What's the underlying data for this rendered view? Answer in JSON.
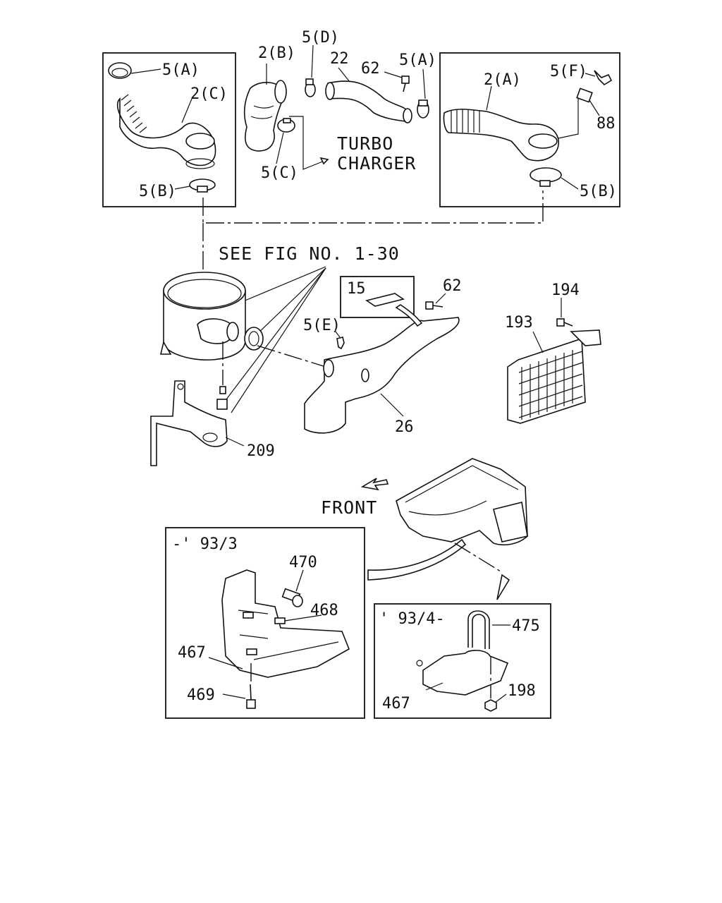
{
  "labels": {
    "p5a_left": "5(A)",
    "p2c": "2(C)",
    "p5b_left": "5(B)",
    "p2b": "2(B)",
    "p5d": "5(D)",
    "p22": "22",
    "p62_top": "62",
    "p5a_mid": "5(A)",
    "p5c": "5(C)",
    "turbo_line1": "TURBO",
    "turbo_line2": "CHARGER",
    "p2a": "2(A)",
    "p5f": "5(F)",
    "p88": "88",
    "p5b_right": "5(B)",
    "see_fig": "SEE FIG NO. 1-30",
    "p15": "15",
    "p62_mid": "62",
    "p5e": "5(E)",
    "p26": "26",
    "p194": "194",
    "p193": "193",
    "p209": "209",
    "front": "FRONT",
    "range_early": "-' 93/3",
    "p470": "470",
    "p468": "468",
    "p467_left": "467",
    "p469": "469",
    "range_late": "' 93/4-",
    "p475": "475",
    "p467_right": "467",
    "p198": "198"
  }
}
